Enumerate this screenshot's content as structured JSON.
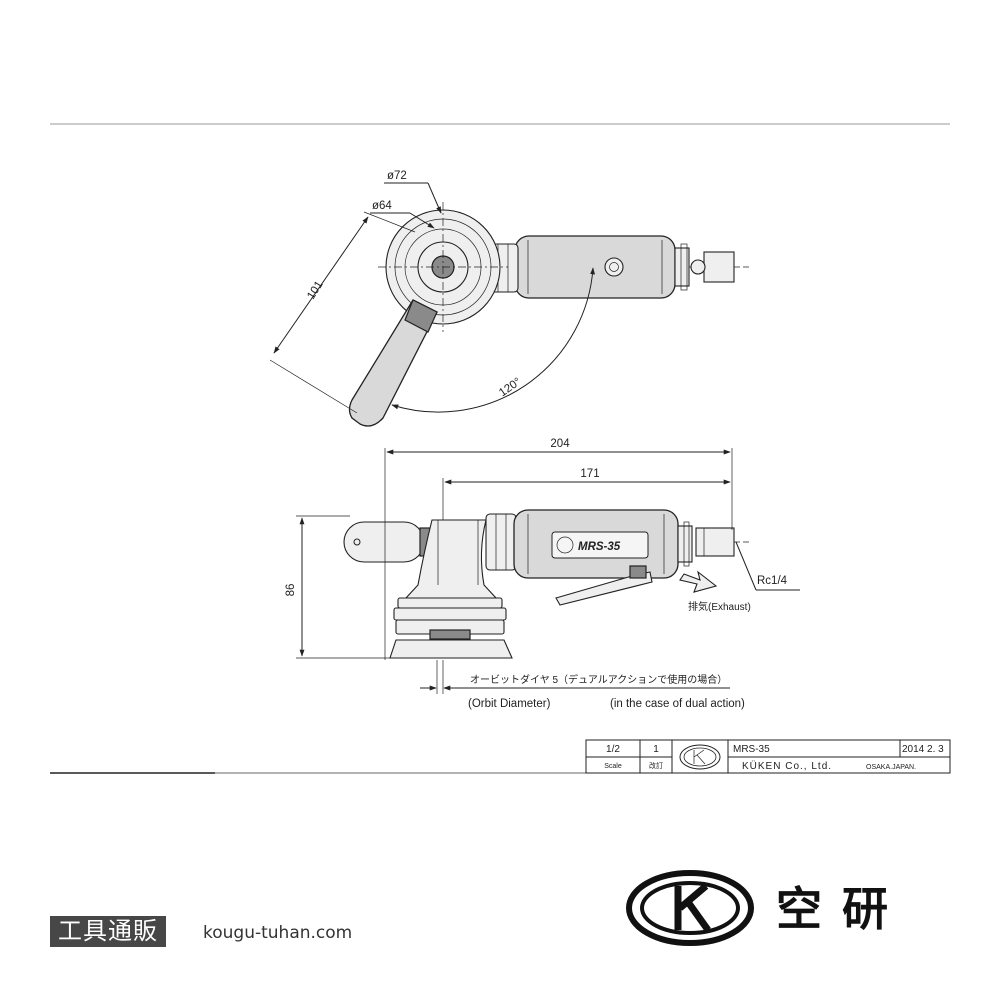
{
  "drawing": {
    "top_view": {
      "dim_pad_diameter": "ø72",
      "dim_inner_diameter": "ø64",
      "dim_handle_length": "101",
      "dim_angle": "120°"
    },
    "side_view": {
      "dim_overall_length": "204",
      "dim_body_length": "171",
      "dim_height": "86",
      "inlet_thread": "Rc1/4",
      "exhaust_label": "排気(Exhaust)",
      "body_marking": "MRS-35",
      "orbit_note_jp": "オービットダイヤ 5（デュアルアクションで使用の場合）",
      "orbit_diameter_en": "(Orbit Diameter)",
      "dual_action_en": "(in the case of dual action)"
    }
  },
  "title_block": {
    "scale_value": "1/2",
    "scale_label": "Scale",
    "revision_value": "1",
    "revision_label": "改訂",
    "model": "MRS-35",
    "date": "2014 2. 3",
    "company": "KÜKEN Co., Ltd.",
    "location": "OSAKA.JAPAN."
  },
  "footer": {
    "shop_badge": "工具通販",
    "shop_url": "kougu-tuhan.com",
    "brand_name": "空 研"
  }
}
